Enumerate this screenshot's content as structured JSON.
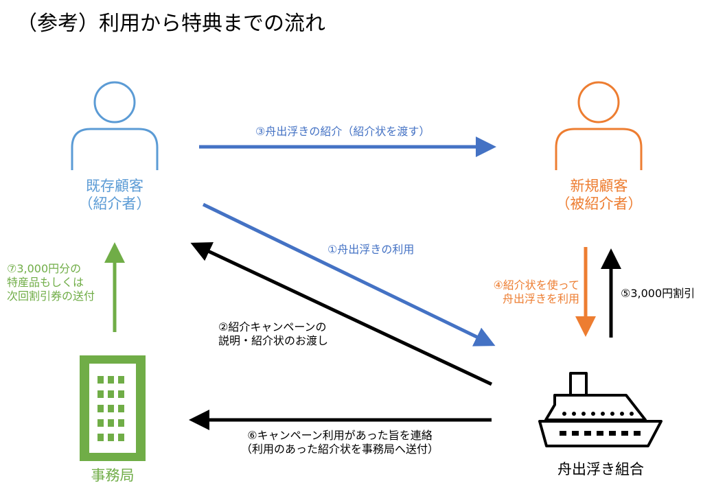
{
  "title": "（参考）利用から特典までの流れ",
  "colors": {
    "blue": "#4472C4",
    "light_blue": "#5B9BD5",
    "orange": "#ED7D31",
    "green": "#70AD47",
    "black": "#000000"
  },
  "nodes": {
    "existing_customer": {
      "line1": "既存顧客",
      "line2": "（紹介者）",
      "icon": "person-icon"
    },
    "new_customer": {
      "line1": "新規顧客",
      "line2": "（被紹介者）",
      "icon": "person-icon"
    },
    "office": {
      "label": "事務局",
      "icon": "building-icon"
    },
    "association": {
      "label": "舟出浮き組合",
      "icon": "ship-icon"
    }
  },
  "steps": {
    "s1": "①舟出浮きの利用",
    "s2_line1": "②紹介キャンペーンの",
    "s2_line2": "説明・紹介状のお渡し",
    "s3": "③舟出浮きの紹介（紹介状を渡す）",
    "s4_line1": "④紹介状を使って",
    "s4_line2": "舟出浮きを利用",
    "s5": "⑤3,000円割引",
    "s6_line1": "⑥キャンペーン利用があった旨を連絡",
    "s6_line2": "（利用のあった紹介状を事務局へ送付）",
    "s7_line1": "⑦3,000円分の",
    "s7_line2": "特産品もしくは",
    "s7_line3": "次回割引券の送付"
  }
}
